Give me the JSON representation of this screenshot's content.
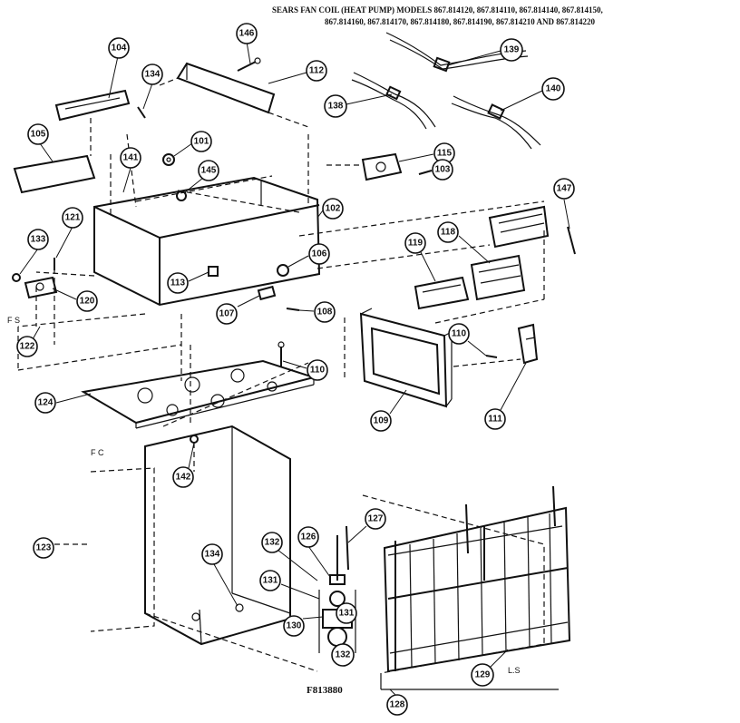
{
  "header": {
    "line1": "SEARS FAN COIL (HEAT PUMP) MODELS   867.814120, 867.814110, 867.814140, 867.814150,",
    "line2": "867.814160, 867.814170, 867.814180, 867.814190, 867.814210 AND 867.814220"
  },
  "drawing_code": "F813880",
  "reference_marks": {
    "fc": "F C",
    "ls": "L.S",
    "fs": "F S"
  },
  "callouts": {
    "c104": "104",
    "c134a": "134",
    "c146": "146",
    "c112": "112",
    "c139": "139",
    "c138": "138",
    "c140": "140",
    "c105": "105",
    "c141": "141",
    "c101": "101",
    "c145": "145",
    "c115": "115",
    "c103": "103",
    "c102": "102",
    "c147": "147",
    "c121": "121",
    "c133": "133",
    "c106": "106",
    "c118": "118",
    "c119": "119",
    "c120": "120",
    "c113": "113",
    "c107": "107",
    "c108": "108",
    "c122": "122",
    "c110a": "110",
    "c110b": "110",
    "c124": "124",
    "c109": "109",
    "c111": "111",
    "c142": "142",
    "c127": "127",
    "c123": "123",
    "c126": "126",
    "c132a": "132",
    "c134b": "134",
    "c131a": "131",
    "c131b": "131",
    "c130": "130",
    "c132b": "132",
    "c129": "129",
    "c128": "128"
  }
}
